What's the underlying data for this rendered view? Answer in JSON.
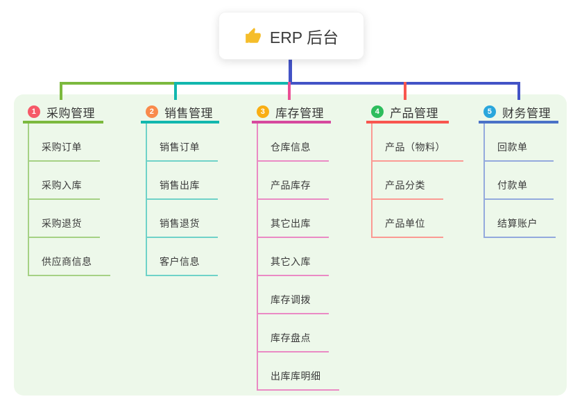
{
  "root": {
    "title": "ERP 后台",
    "icon": "thumbs-up-icon",
    "icon_color": "#f5bd2a",
    "connector_color": "#4353c6"
  },
  "panel": {
    "background": "#edf8ea"
  },
  "branches": [
    {
      "badge": "1",
      "label": "采购管理",
      "badge_color": "#f65968",
      "line_color": "#7cb93e",
      "sub_line_color": "#a5d184",
      "drop_color": "#7cb93e",
      "children": [
        "采购订单",
        "采购入库",
        "采购退货",
        "供应商信息"
      ]
    },
    {
      "badge": "2",
      "label": "销售管理",
      "badge_color": "#f98a4b",
      "line_color": "#12b7ae",
      "sub_line_color": "#6fd2c8",
      "drop_color": "#12b7ae",
      "children": [
        "销售订单",
        "销售出库",
        "销售退货",
        "客户信息"
      ]
    },
    {
      "badge": "3",
      "label": "库存管理",
      "badge_color": "#f9ae13",
      "line_color": "#d6499e",
      "sub_line_color": "#ea8ac4",
      "drop_color": "#ea4f95",
      "children": [
        "仓库信息",
        "产品库存",
        "其它出库",
        "其它入库",
        "库存调拨",
        "库存盘点",
        "出库库明细"
      ]
    },
    {
      "badge": "4",
      "label": "产品管理",
      "badge_color": "#2dbd5c",
      "line_color": "#f8564f",
      "sub_line_color": "#fb9a93",
      "drop_color": "#f8564f",
      "children": [
        "产品（物料）",
        "产品分类",
        "产品单位"
      ]
    },
    {
      "badge": "5",
      "label": "财务管理",
      "badge_color": "#2aa6dc",
      "line_color": "#4a72c7",
      "sub_line_color": "#93a9dd",
      "drop_color": "#4353c6",
      "children": [
        "回款单",
        "付款单",
        "结算账户"
      ]
    }
  ]
}
